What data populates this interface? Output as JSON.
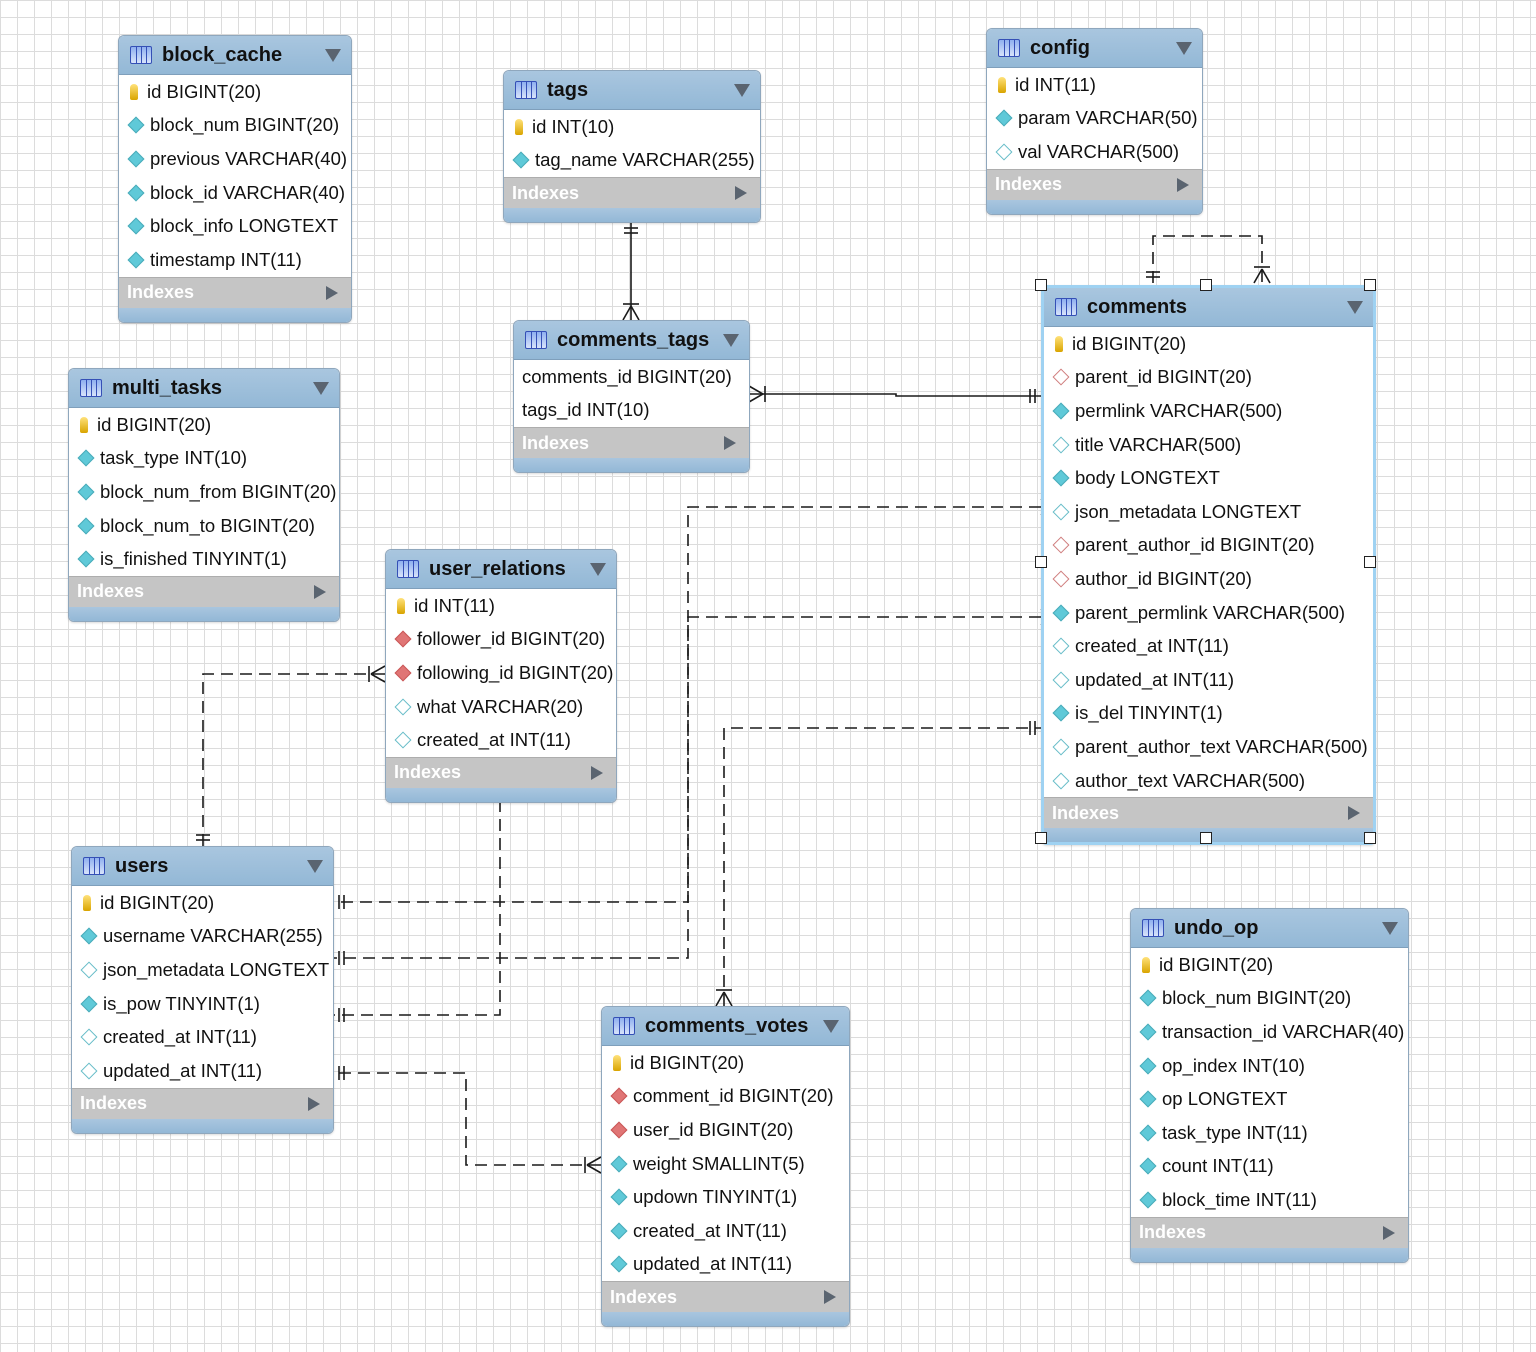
{
  "diagram": {
    "tables": [
      {
        "id": "block_cache",
        "name": "block_cache",
        "columns": [
          {
            "text": "id BIGINT(20)",
            "icon": "key-icon"
          },
          {
            "text": "block_num BIGINT(20)",
            "icon": "filled-cyan-diamond-icon"
          },
          {
            "text": "previous VARCHAR(40)",
            "icon": "filled-cyan-diamond-icon"
          },
          {
            "text": "block_id VARCHAR(40)",
            "icon": "filled-cyan-diamond-icon"
          },
          {
            "text": "block_info LONGTEXT",
            "icon": "filled-cyan-diamond-icon"
          },
          {
            "text": "timestamp INT(11)",
            "icon": "filled-cyan-diamond-icon"
          }
        ],
        "indexes_label": "Indexes"
      },
      {
        "id": "tags",
        "name": "tags",
        "columns": [
          {
            "text": "id INT(10)",
            "icon": "key-icon"
          },
          {
            "text": "tag_name VARCHAR(255)",
            "icon": "filled-cyan-diamond-icon"
          }
        ],
        "indexes_label": "Indexes"
      },
      {
        "id": "config",
        "name": "config",
        "columns": [
          {
            "text": "id INT(11)",
            "icon": "key-icon"
          },
          {
            "text": "param VARCHAR(50)",
            "icon": "filled-cyan-diamond-icon"
          },
          {
            "text": "val VARCHAR(500)",
            "icon": "hollow-cyan-diamond-icon"
          }
        ],
        "indexes_label": "Indexes"
      },
      {
        "id": "multi_tasks",
        "name": "multi_tasks",
        "columns": [
          {
            "text": "id BIGINT(20)",
            "icon": "key-icon"
          },
          {
            "text": "task_type INT(10)",
            "icon": "filled-cyan-diamond-icon"
          },
          {
            "text": "block_num_from BIGINT(20)",
            "icon": "filled-cyan-diamond-icon"
          },
          {
            "text": "block_num_to BIGINT(20)",
            "icon": "filled-cyan-diamond-icon"
          },
          {
            "text": "is_finished TINYINT(1)",
            "icon": "filled-cyan-diamond-icon"
          }
        ],
        "indexes_label": "Indexes"
      },
      {
        "id": "comments_tags",
        "name": "comments_tags",
        "columns": [
          {
            "text": "comments_id BIGINT(20)",
            "icon": "none"
          },
          {
            "text": "tags_id INT(10)",
            "icon": "none"
          }
        ],
        "indexes_label": "Indexes"
      },
      {
        "id": "comments",
        "name": "comments",
        "selected": true,
        "columns": [
          {
            "text": "id BIGINT(20)",
            "icon": "key-icon"
          },
          {
            "text": "parent_id BIGINT(20)",
            "icon": "hollow-red-diamond-icon"
          },
          {
            "text": "permlink VARCHAR(500)",
            "icon": "filled-cyan-diamond-icon"
          },
          {
            "text": "title VARCHAR(500)",
            "icon": "hollow-cyan-diamond-icon"
          },
          {
            "text": "body LONGTEXT",
            "icon": "filled-cyan-diamond-icon"
          },
          {
            "text": "json_metadata LONGTEXT",
            "icon": "hollow-cyan-diamond-icon"
          },
          {
            "text": "parent_author_id BIGINT(20)",
            "icon": "hollow-red-diamond-icon"
          },
          {
            "text": "author_id BIGINT(20)",
            "icon": "hollow-red-diamond-icon"
          },
          {
            "text": "parent_permlink VARCHAR(500)",
            "icon": "filled-cyan-diamond-icon"
          },
          {
            "text": "created_at INT(11)",
            "icon": "hollow-cyan-diamond-icon"
          },
          {
            "text": "updated_at INT(11)",
            "icon": "hollow-cyan-diamond-icon"
          },
          {
            "text": "is_del TINYINT(1)",
            "icon": "filled-cyan-diamond-icon"
          },
          {
            "text": "parent_author_text VARCHAR(500)",
            "icon": "hollow-cyan-diamond-icon"
          },
          {
            "text": "author_text VARCHAR(500)",
            "icon": "hollow-cyan-diamond-icon"
          }
        ],
        "indexes_label": "Indexes"
      },
      {
        "id": "user_relations",
        "name": "user_relations",
        "columns": [
          {
            "text": "id INT(11)",
            "icon": "key-icon"
          },
          {
            "text": "follower_id BIGINT(20)",
            "icon": "filled-red-diamond-icon"
          },
          {
            "text": "following_id BIGINT(20)",
            "icon": "filled-red-diamond-icon"
          },
          {
            "text": "what VARCHAR(20)",
            "icon": "hollow-cyan-diamond-icon"
          },
          {
            "text": "created_at INT(11)",
            "icon": "hollow-cyan-diamond-icon"
          }
        ],
        "indexes_label": "Indexes"
      },
      {
        "id": "users",
        "name": "users",
        "columns": [
          {
            "text": "id BIGINT(20)",
            "icon": "key-icon"
          },
          {
            "text": "username VARCHAR(255)",
            "icon": "filled-cyan-diamond-icon"
          },
          {
            "text": "json_metadata LONGTEXT",
            "icon": "hollow-cyan-diamond-icon"
          },
          {
            "text": "is_pow TINYINT(1)",
            "icon": "filled-cyan-diamond-icon"
          },
          {
            "text": "created_at INT(11)",
            "icon": "hollow-cyan-diamond-icon"
          },
          {
            "text": "updated_at INT(11)",
            "icon": "hollow-cyan-diamond-icon"
          }
        ],
        "indexes_label": "Indexes"
      },
      {
        "id": "undo_op",
        "name": "undo_op",
        "columns": [
          {
            "text": "id BIGINT(20)",
            "icon": "key-icon"
          },
          {
            "text": "block_num BIGINT(20)",
            "icon": "filled-cyan-diamond-icon"
          },
          {
            "text": "transaction_id VARCHAR(40)",
            "icon": "filled-cyan-diamond-icon"
          },
          {
            "text": "op_index INT(10)",
            "icon": "filled-cyan-diamond-icon"
          },
          {
            "text": "op LONGTEXT",
            "icon": "filled-cyan-diamond-icon"
          },
          {
            "text": "task_type INT(11)",
            "icon": "filled-cyan-diamond-icon"
          },
          {
            "text": "count INT(11)",
            "icon": "filled-cyan-diamond-icon"
          },
          {
            "text": "block_time INT(11)",
            "icon": "filled-cyan-diamond-icon"
          }
        ],
        "indexes_label": "Indexes"
      },
      {
        "id": "comments_votes",
        "name": "comments_votes",
        "columns": [
          {
            "text": "id BIGINT(20)",
            "icon": "key-icon"
          },
          {
            "text": "comment_id BIGINT(20)",
            "icon": "filled-red-diamond-icon"
          },
          {
            "text": "user_id BIGINT(20)",
            "icon": "filled-red-diamond-icon"
          },
          {
            "text": "weight SMALLINT(5)",
            "icon": "filled-cyan-diamond-icon"
          },
          {
            "text": "updown TINYINT(1)",
            "icon": "filled-cyan-diamond-icon"
          },
          {
            "text": "created_at INT(11)",
            "icon": "filled-cyan-diamond-icon"
          },
          {
            "text": "updated_at INT(11)",
            "icon": "filled-cyan-diamond-icon"
          }
        ],
        "indexes_label": "Indexes"
      }
    ],
    "relationships": [
      {
        "from": "comments_tags",
        "to": "tags",
        "style": "solid",
        "from_end": "many",
        "to_end": "one"
      },
      {
        "from": "comments_tags",
        "to": "comments",
        "style": "solid",
        "from_end": "many",
        "to_end": "one"
      },
      {
        "from": "comments",
        "to": "comments",
        "style": "dashed",
        "from_end": "one",
        "to_end": "many"
      },
      {
        "from": "user_relations",
        "to": "users",
        "style": "dashed",
        "from_end": "many",
        "to_end": "one"
      },
      {
        "from": "user_relations",
        "to": "users",
        "style": "dashed",
        "from_end": "many",
        "to_end": "one"
      },
      {
        "from": "comments",
        "to": "users",
        "style": "dashed",
        "from_end": "many",
        "to_end": "one"
      },
      {
        "from": "comments",
        "to": "users",
        "style": "dashed",
        "from_end": "many",
        "to_end": "one"
      },
      {
        "from": "comments_votes",
        "to": "comments",
        "style": "dashed",
        "from_end": "many",
        "to_end": "one"
      },
      {
        "from": "comments_votes",
        "to": "users",
        "style": "dashed",
        "from_end": "many",
        "to_end": "one"
      }
    ]
  }
}
